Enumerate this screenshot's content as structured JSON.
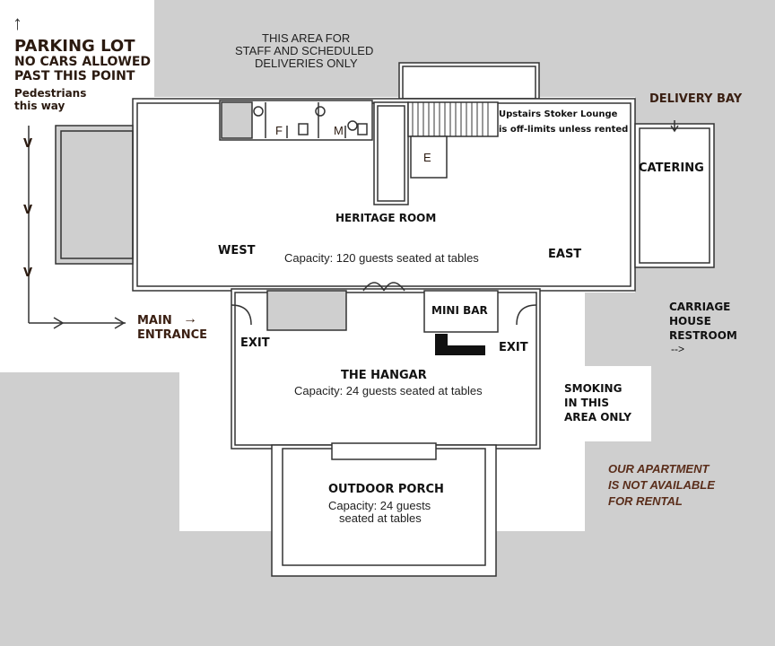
{
  "parking": {
    "arrow_up": "↑",
    "title": "PARKING LOT",
    "line1": "NO CARS ALLOWED",
    "line2": "PAST THIS POINT",
    "ped1": "Pedestrians",
    "ped2": "this way",
    "chevron": "V"
  },
  "staff_area": [
    "THIS AREA FOR",
    "STAFF AND SCHEDULED",
    "DELIVERIES ONLY"
  ],
  "delivery_bay": "DELIVERY BAY",
  "stoker_note": [
    "Upstairs Stoker Lounge",
    "is off-limits unless rented"
  ],
  "restroom_f": "F",
  "restroom_m": "M",
  "elevator": "E",
  "catering": "CATERING",
  "heritage": {
    "title": "HERITAGE ROOM",
    "west": "WEST",
    "east": "EAST",
    "capacity": "Capacity: 120 guests seated at tables"
  },
  "main_entrance": [
    "MAIN",
    "ENTRANCE"
  ],
  "main_arrow": "→",
  "mini_bar": "MINI BAR",
  "exit_left": "EXIT",
  "exit_right": "EXIT",
  "carriage": [
    "CARRIAGE",
    "HOUSE",
    "RESTROOM",
    "-->"
  ],
  "hangar": {
    "title": "THE HANGAR",
    "capacity": "Capacity: 24 guests seated at tables"
  },
  "smoking": [
    "SMOKING",
    "IN THIS",
    "AREA ONLY"
  ],
  "apartment": [
    "OUR APARTMENT",
    "IS NOT AVAILABLE",
    "FOR RENTAL"
  ],
  "porch": {
    "title": "OUTDOOR PORCH",
    "cap1": "Capacity: 24 guests",
    "cap2": "seated at tables"
  }
}
